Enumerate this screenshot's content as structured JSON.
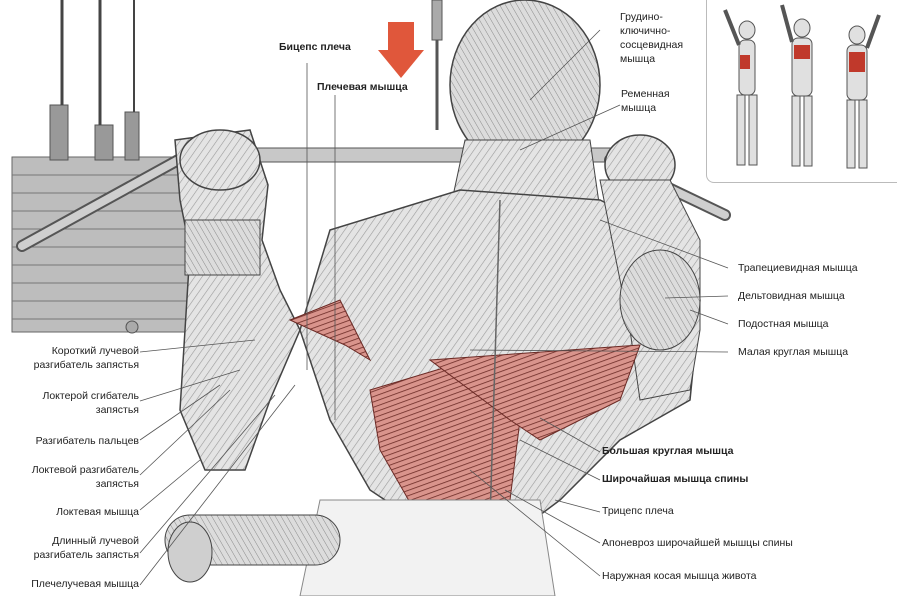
{
  "labels": {
    "biceps": "Бицепс плеча",
    "brachialis": "Плечевая мышца",
    "sternocleidomastoid": "Грудино-\nключично-\nсосцевидная\nмышца",
    "splenius": "Ременная\nмышца",
    "trapezius": "Трапециевидная мышца",
    "deltoid": "Дельтовидная мышца",
    "infraspinatus": "Подостная мышца",
    "teres_minor": "Малая круглая мышца",
    "teres_major": "Большая круглая мышца",
    "latissimus": "Широчайшая мышца спины",
    "triceps": "Трицепс плеча",
    "lat_aponeurosis": "Апоневроз широчайшей мышцы спины",
    "external_oblique": "Наружная косая мышца живота",
    "ext_carpi_rad_brevis": "Короткий лучевой\nразгибатель запястья",
    "flexor_carpi_ulnaris": "Локтерой сгибатель\nзапястья",
    "ext_digitorum": "Разгибатель пальцев",
    "ext_carpi_ulnaris": "Локтевой разгибатель\nзапястья",
    "anconeus": "Локтевая мышца",
    "ext_carpi_rad_longus": "Длинный лучевой\nразгибатель запястья",
    "brachioradialis": "Плечелучевая мышца"
  },
  "colors": {
    "target_muscle": "#b3443f",
    "arrow": "#e0573b",
    "line": "#555555",
    "body": "#d9d9d9"
  }
}
